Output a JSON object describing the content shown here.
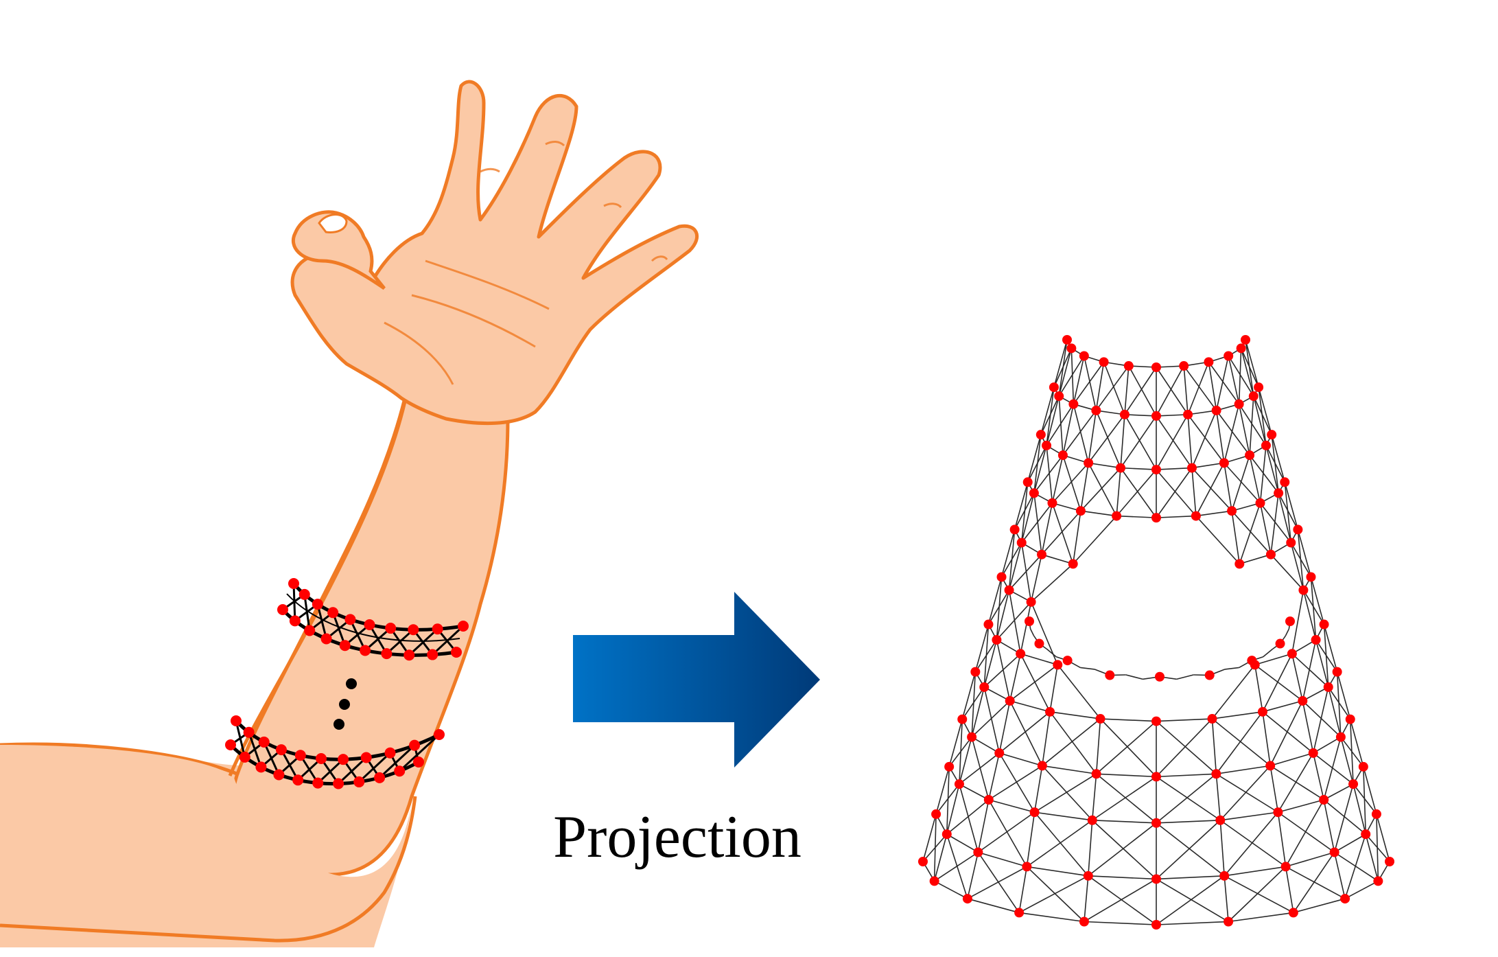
{
  "diagram": {
    "arrow_label": "Projection",
    "left_panel": "arm-with-electrode-bands",
    "right_panel": "projected-electrode-mesh",
    "colors": {
      "skin_fill": "#FBC9A6",
      "skin_outline": "#F07B25",
      "electrode": "#FF0000",
      "mesh_line": "#2a2a2a",
      "arrow_light": "#0072C6",
      "arrow_dark": "#003A78"
    },
    "icons": [
      "arm-illustration",
      "right-arrow-icon",
      "mesh-illustration"
    ]
  }
}
